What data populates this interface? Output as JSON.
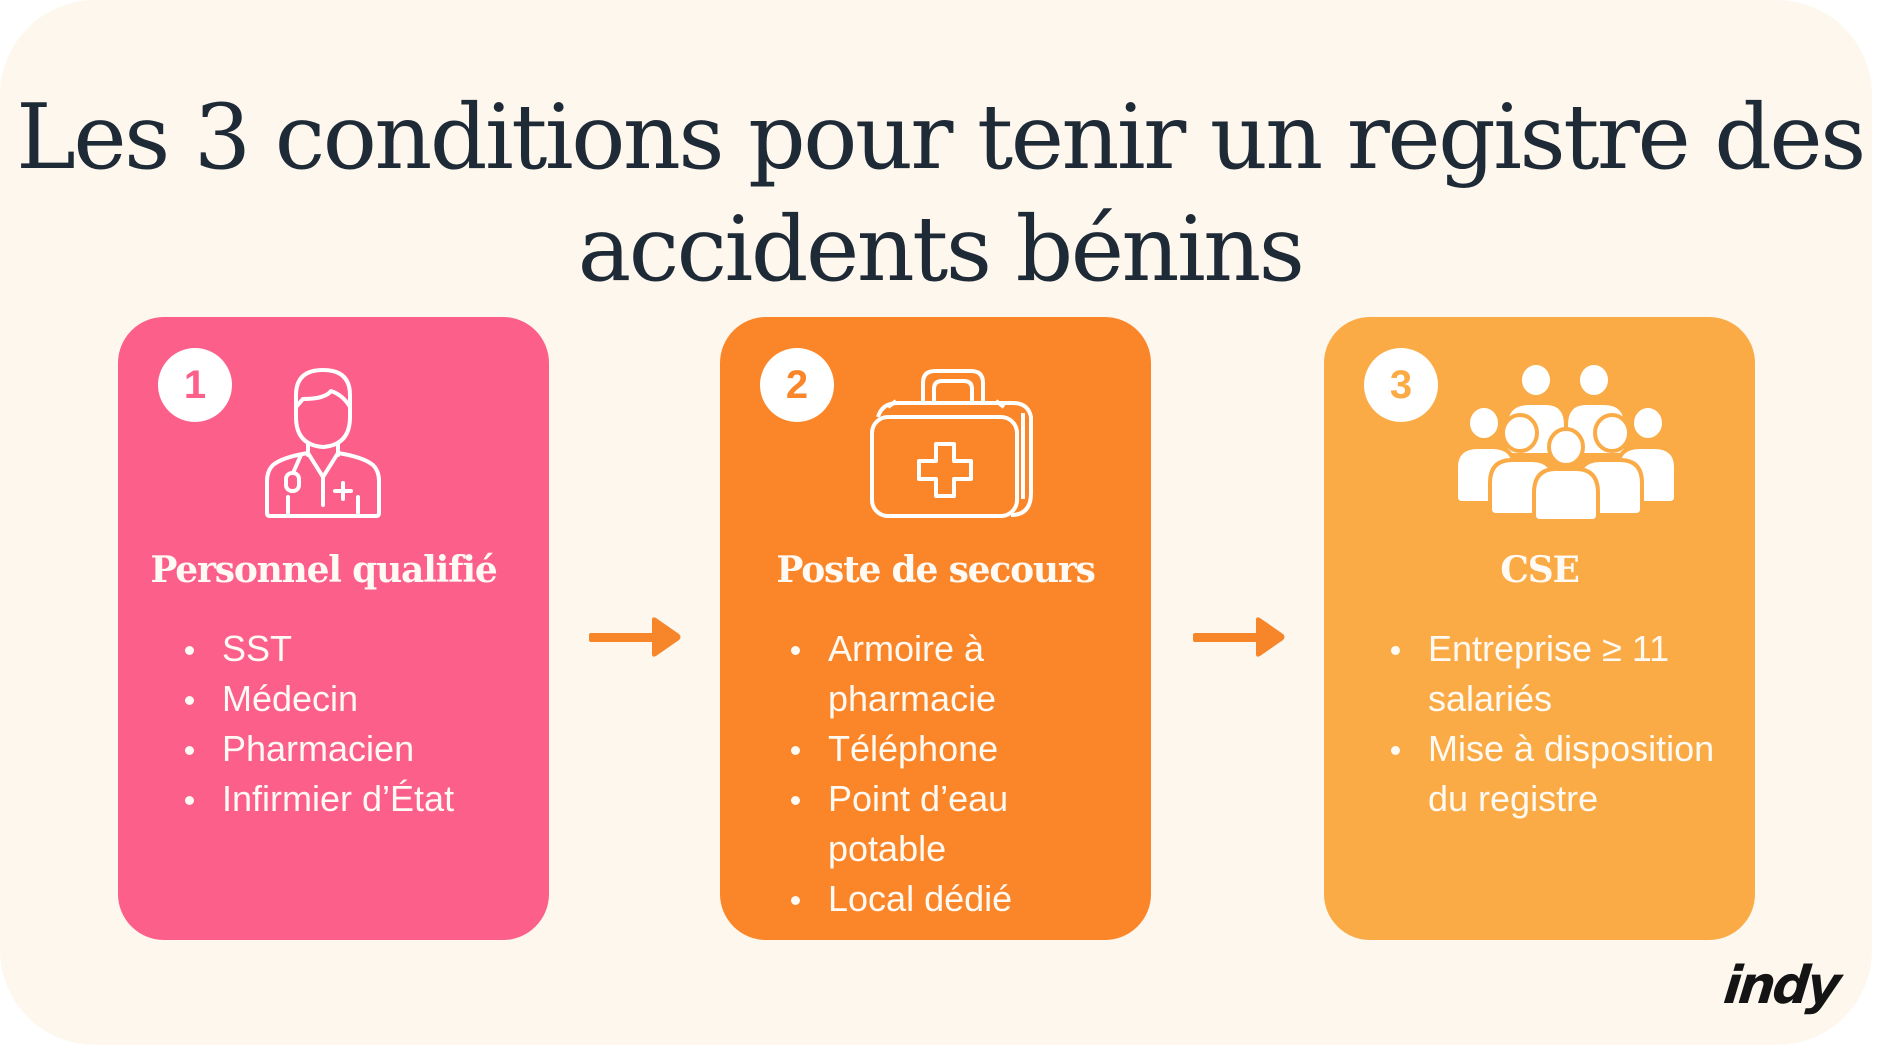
{
  "title": {
    "line1": "Les 3 conditions pour tenir un registre des",
    "line2": "accidents bénins"
  },
  "colors": {
    "background": "#fdf7ee",
    "title_text": "#1f2a37",
    "card1": "#fb5f8a",
    "card2": "#fb8629",
    "card3": "#fbab46",
    "arrow": "#f7862a"
  },
  "cards": [
    {
      "number": "1",
      "icon": "doctor-icon",
      "title": "Personnel qualifié",
      "items": [
        "SST",
        "Médecin",
        "Pharmacien",
        "Infirmier d’État"
      ]
    },
    {
      "number": "2",
      "icon": "first-aid-kit-icon",
      "title": "Poste de secours",
      "items": [
        "Armoire à pharmacie",
        "Téléphone",
        "Point d’eau potable",
        "Local dédié"
      ]
    },
    {
      "number": "3",
      "icon": "group-people-icon",
      "title": "CSE",
      "items": [
        "Entreprise ≥ 11 salariés",
        "Mise à disposition du registre"
      ]
    }
  ],
  "arrows": [
    "arrow-right-icon",
    "arrow-right-icon"
  ],
  "brand": {
    "logo_text": "indy"
  }
}
